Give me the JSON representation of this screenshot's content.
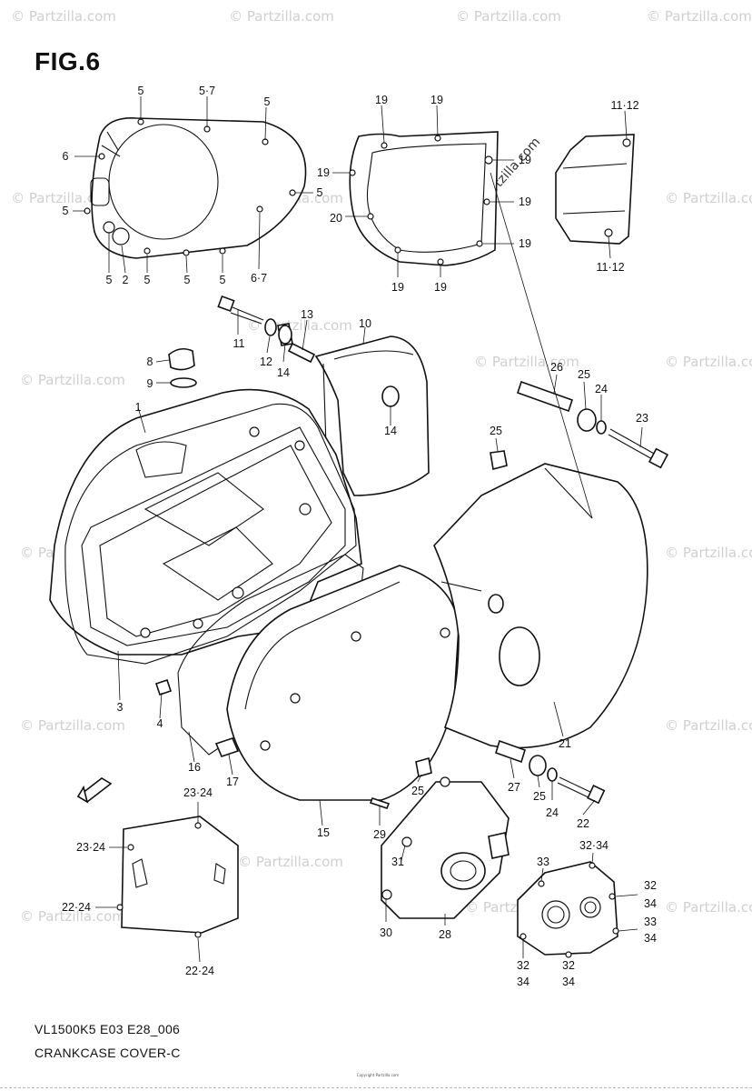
{
  "figure": {
    "title": "FIG.6",
    "model_code": "VL1500K5 E03 E28_006",
    "section_name": "CRANKCASE COVER-C",
    "copyright_text": "Copyright\nPartzilla.com"
  },
  "watermark": {
    "text": "© Partzilla.com"
  },
  "callouts": [
    "5",
    "5·7",
    "5",
    "6",
    "5",
    "5",
    "2",
    "5",
    "5",
    "5",
    "6·7",
    "5",
    "19",
    "19",
    "19",
    "19",
    "19",
    "20",
    "19",
    "19",
    "19",
    "19",
    "11·12",
    "11·12",
    "11",
    "12",
    "14",
    "13",
    "10",
    "14",
    "8",
    "9",
    "1",
    "3",
    "4",
    "16",
    "17",
    "15",
    "26",
    "25",
    "24",
    "23",
    "25",
    "21",
    "27",
    "25",
    "24",
    "22",
    "25",
    "29",
    "31",
    "30",
    "28",
    "23·24",
    "23·24",
    "22·24",
    "22·24",
    "33",
    "32·34",
    "32",
    "34",
    "33",
    "34",
    "32",
    "34",
    "32",
    "34"
  ]
}
